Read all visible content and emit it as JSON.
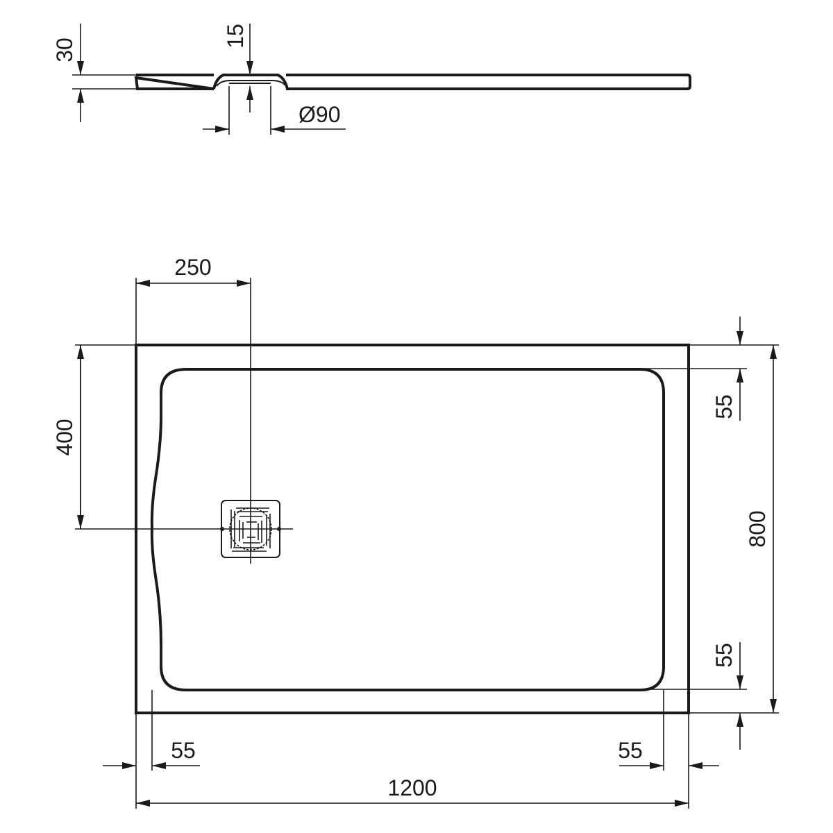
{
  "drawing": {
    "type": "shower-tray-technical-drawing",
    "line_color": "#1a1a1a",
    "background": "#ffffff"
  },
  "side_view": {
    "height_dim": "30",
    "drain_depth_dim": "15",
    "drain_diameter_dim": "Ø90"
  },
  "plan_view": {
    "drain_offset_x_dim": "250",
    "drain_offset_y_dim": "400",
    "overall_width_dim": "1200",
    "overall_depth_dim": "800",
    "rim_top_dim": "55",
    "rim_bottom_dim": "55",
    "rim_left_dim": "55",
    "rim_right_dim": "55"
  }
}
